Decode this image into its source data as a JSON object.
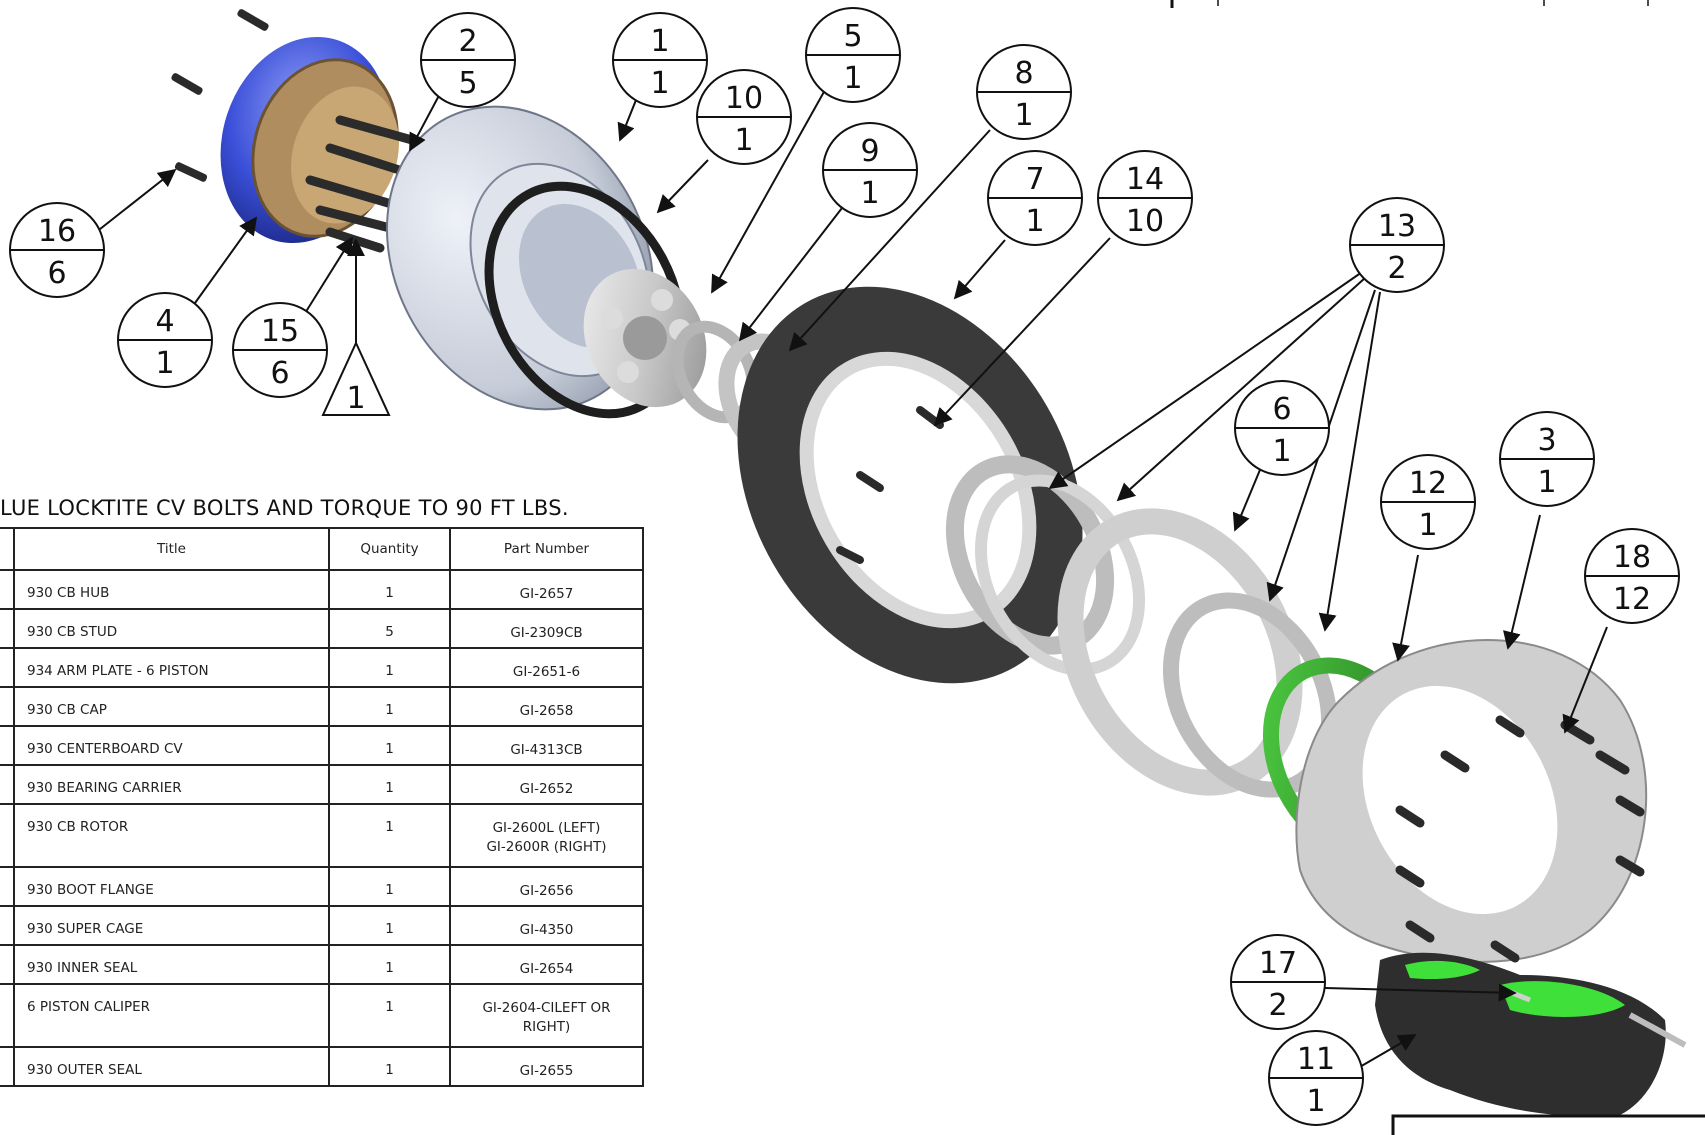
{
  "note": "LUE LOCKTITE CV BOLTS AND TORQUE TO 90 FT LBS.",
  "bom": {
    "headers": {
      "title": "Title",
      "quantity": "Quantity",
      "part_number": "Part Number"
    },
    "rows": [
      {
        "title": "930 CB HUB",
        "qty": "1",
        "pn": [
          "GI-2657"
        ]
      },
      {
        "title": "930 CB STUD",
        "qty": "5",
        "pn": [
          "GI-2309CB"
        ]
      },
      {
        "title": "934 ARM PLATE - 6 PISTON",
        "qty": "1",
        "pn": [
          "GI-2651-6"
        ]
      },
      {
        "title": "930 CB CAP",
        "qty": "1",
        "pn": [
          "GI-2658"
        ]
      },
      {
        "title": "930 CENTERBOARD CV",
        "qty": "1",
        "pn": [
          "GI-4313CB"
        ]
      },
      {
        "title": "930 BEARING CARRIER",
        "qty": "1",
        "pn": [
          "GI-2652"
        ]
      },
      {
        "title": "930 CB ROTOR",
        "qty": "1",
        "pn": [
          "GI-2600L (LEFT)",
          "GI-2600R (RIGHT)"
        ]
      },
      {
        "title": "930 BOOT FLANGE",
        "qty": "1",
        "pn": [
          "GI-2656"
        ]
      },
      {
        "title": "930 SUPER CAGE",
        "qty": "1",
        "pn": [
          "GI-4350"
        ]
      },
      {
        "title": "930 INNER SEAL",
        "qty": "1",
        "pn": [
          "GI-2654"
        ]
      },
      {
        "title": "6 PISTON CALIPER",
        "qty": "1",
        "pn": [
          "GI-2604-CILEFT OR",
          "RIGHT)"
        ]
      },
      {
        "title": "930 OUTER SEAL",
        "qty": "1",
        "pn": [
          "GI-2655"
        ]
      }
    ]
  },
  "balloons": [
    {
      "id": "b16",
      "item": "16",
      "qty": "6"
    },
    {
      "id": "b4",
      "item": "4",
      "qty": "1"
    },
    {
      "id": "b15",
      "item": "15",
      "qty": "6"
    },
    {
      "id": "b2",
      "item": "2",
      "qty": "5"
    },
    {
      "id": "b1",
      "item": "1",
      "qty": "1"
    },
    {
      "id": "b10",
      "item": "10",
      "qty": "1"
    },
    {
      "id": "b5",
      "item": "5",
      "qty": "1"
    },
    {
      "id": "b9",
      "item": "9",
      "qty": "1"
    },
    {
      "id": "b8",
      "item": "8",
      "qty": "1"
    },
    {
      "id": "b7",
      "item": "7",
      "qty": "1"
    },
    {
      "id": "b14",
      "item": "14",
      "qty": "10"
    },
    {
      "id": "b13",
      "item": "13",
      "qty": "2"
    },
    {
      "id": "b6",
      "item": "6",
      "qty": "1"
    },
    {
      "id": "b12",
      "item": "12",
      "qty": "1"
    },
    {
      "id": "b3",
      "item": "3",
      "qty": "1"
    },
    {
      "id": "b18",
      "item": "18",
      "qty": "12"
    },
    {
      "id": "b17",
      "item": "17",
      "qty": "2"
    },
    {
      "id": "b11",
      "item": "11",
      "qty": "1"
    }
  ],
  "flag_note": "1",
  "colors": {
    "hub_blue": "#3a4fd8",
    "carrier_gray": "#c6ccd8",
    "rotor_dark": "#3a3a3a",
    "seal_green": "#2f8f2a",
    "caliper_green": "#3fe03a",
    "caliper_dark": "#2e2e2e"
  }
}
